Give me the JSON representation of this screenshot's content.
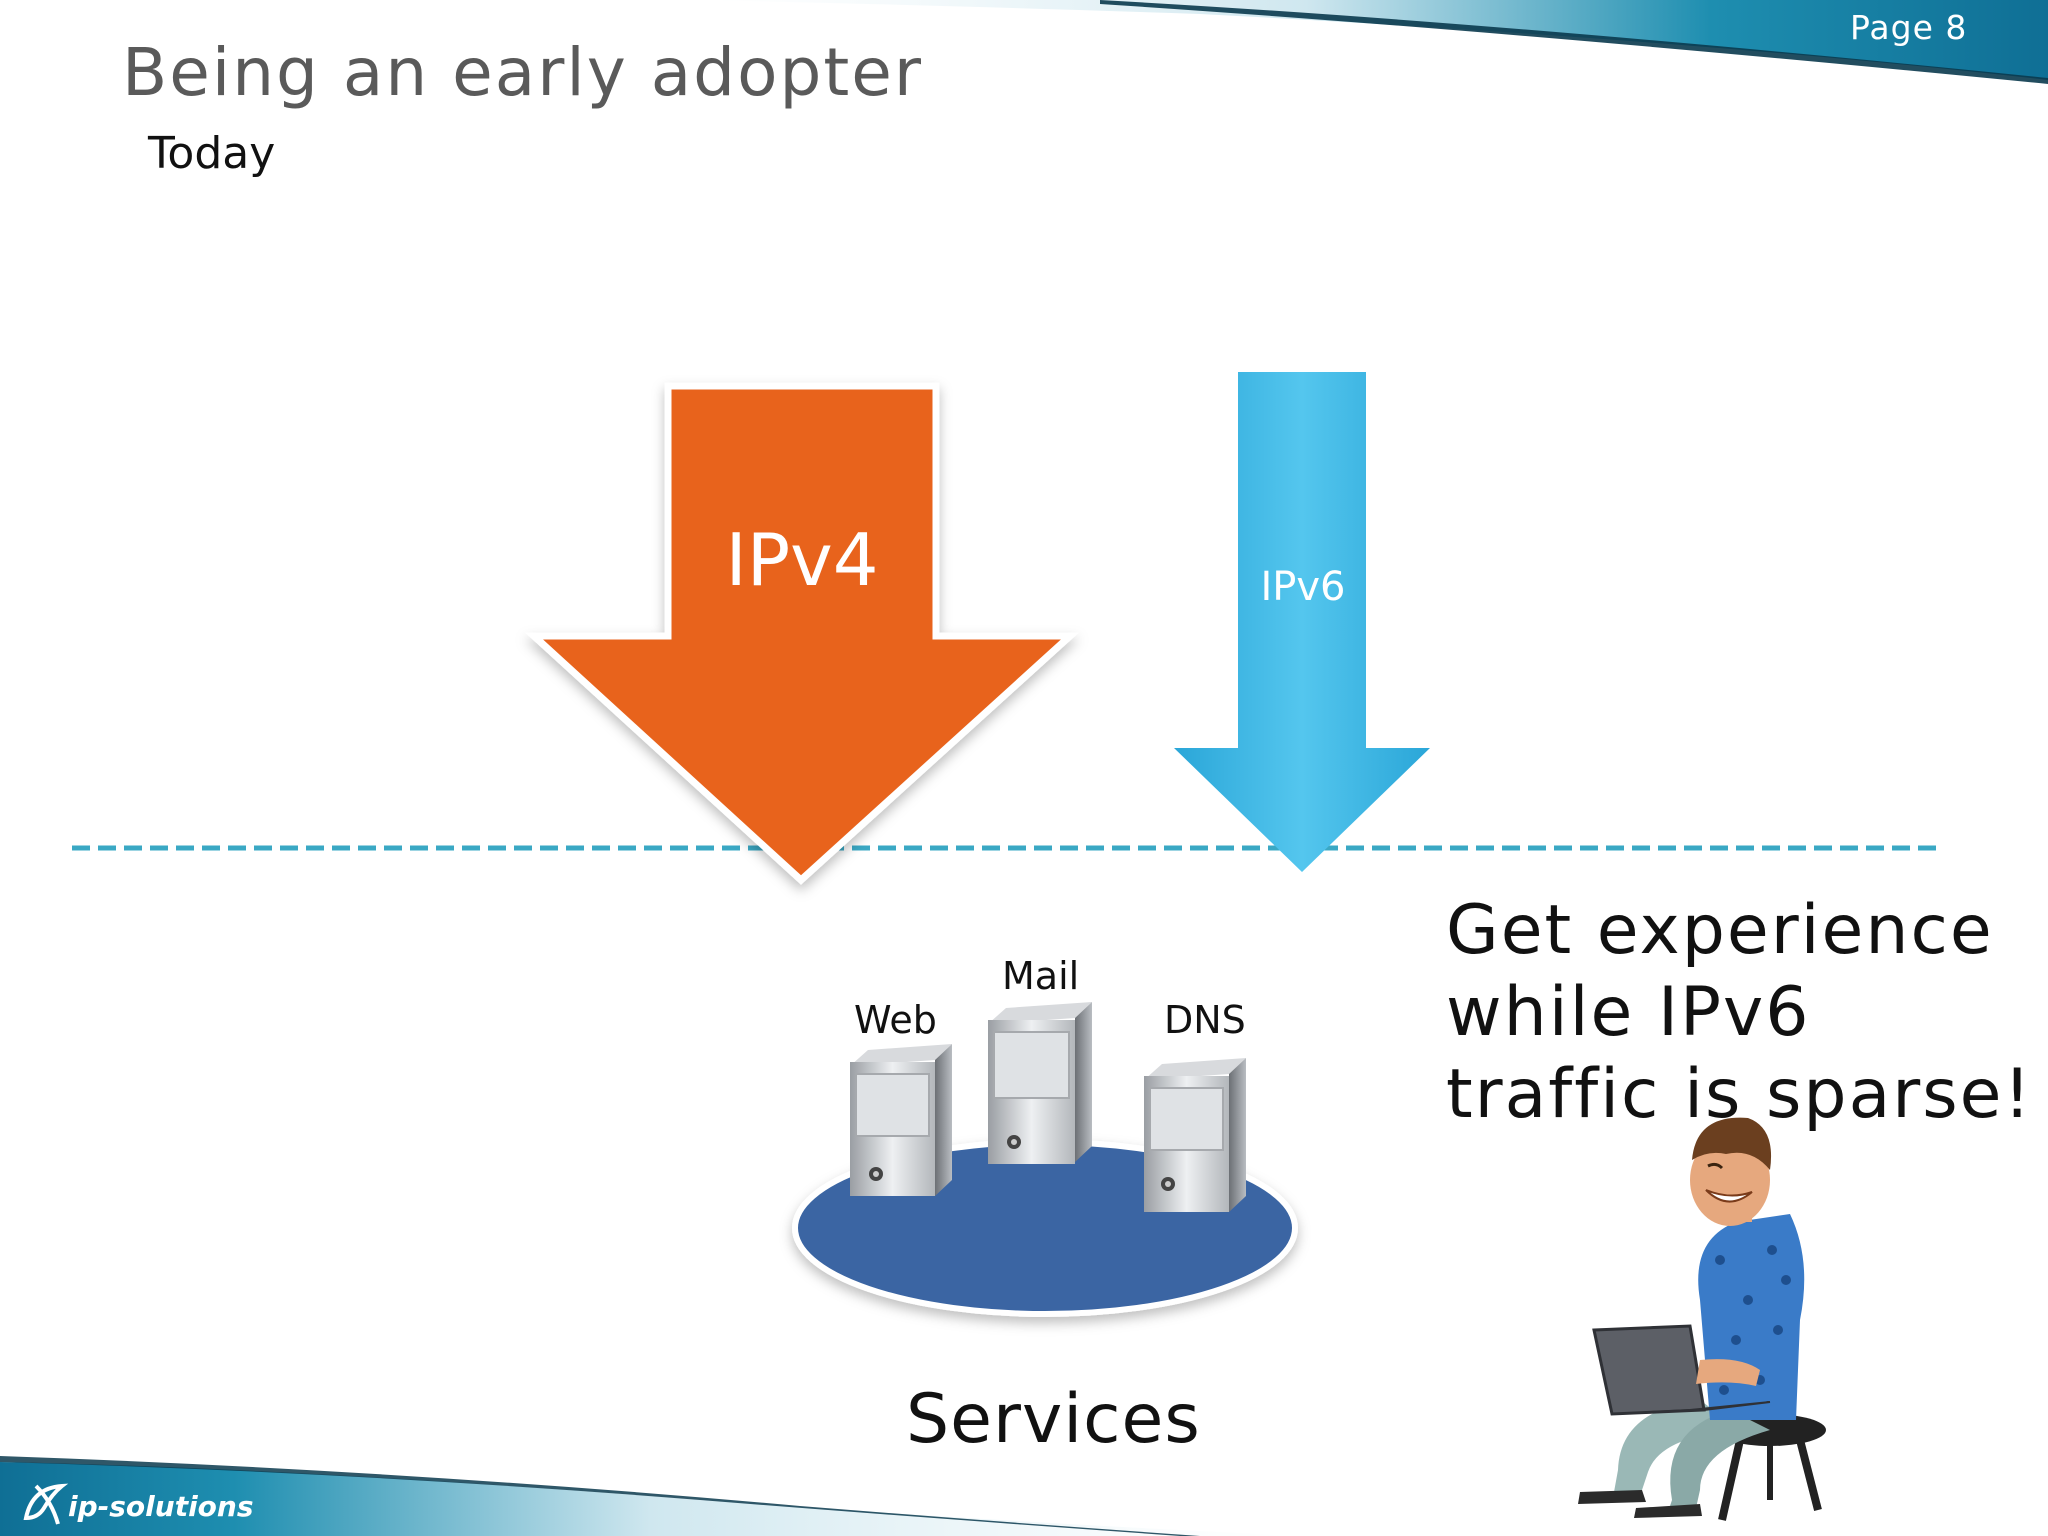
{
  "slide": {
    "page_label": "Page 8",
    "title": "Being an early adopter",
    "subtitle": "Today"
  },
  "diagram": {
    "ipv4_label": "IPv4",
    "ipv6_label": "IPv6",
    "servers": [
      "Web",
      "Mail",
      "DNS"
    ],
    "services_label": "Services",
    "message_lines": [
      "Get experience",
      "while IPv6",
      "traffic is sparse!"
    ]
  },
  "footer": {
    "logo_text": "ip-solutions"
  },
  "colors": {
    "ipv4_arrow": "#E8641E",
    "ipv6_arrow": "#2BAFE0",
    "platform": "#3A65A3",
    "header_band": "#1E8EB0",
    "dashed_line": "#3AA8C4"
  }
}
